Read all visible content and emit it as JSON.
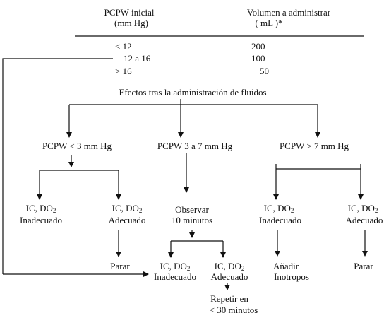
{
  "header": {
    "col1_line1": "PCPW inicial",
    "col1_line2": "(mm Hg)",
    "col2_line1": "Volumen a administrar",
    "col2_line2": "( mL )*"
  },
  "table": {
    "rows": [
      {
        "pcpw": "< 12",
        "volume": "200"
      },
      {
        "pcpw": "12 a 16",
        "volume": "100"
      },
      {
        "pcpw": "> 16",
        "volume": "50"
      }
    ]
  },
  "effects_title": "Efectos tras la administración de fluidos",
  "branches": {
    "left": "PCPW < 3 mm Hg",
    "middle": "PCPW  3 a 7 mm Hg",
    "right": "PCPW > 7 mm Hg"
  },
  "ic_label": "IC, DO",
  "ic_sub": "2",
  "inadecuado": "Inadecuado",
  "adecuado": "Adecuado",
  "observar_1": "Observar",
  "observar_2": "10 minutos",
  "parar": "Parar",
  "anadir_1": "Añadir",
  "anadir_2": "Inotropos",
  "repetir_1": "Repetir en",
  "repetir_2": "< 30 minutos"
}
